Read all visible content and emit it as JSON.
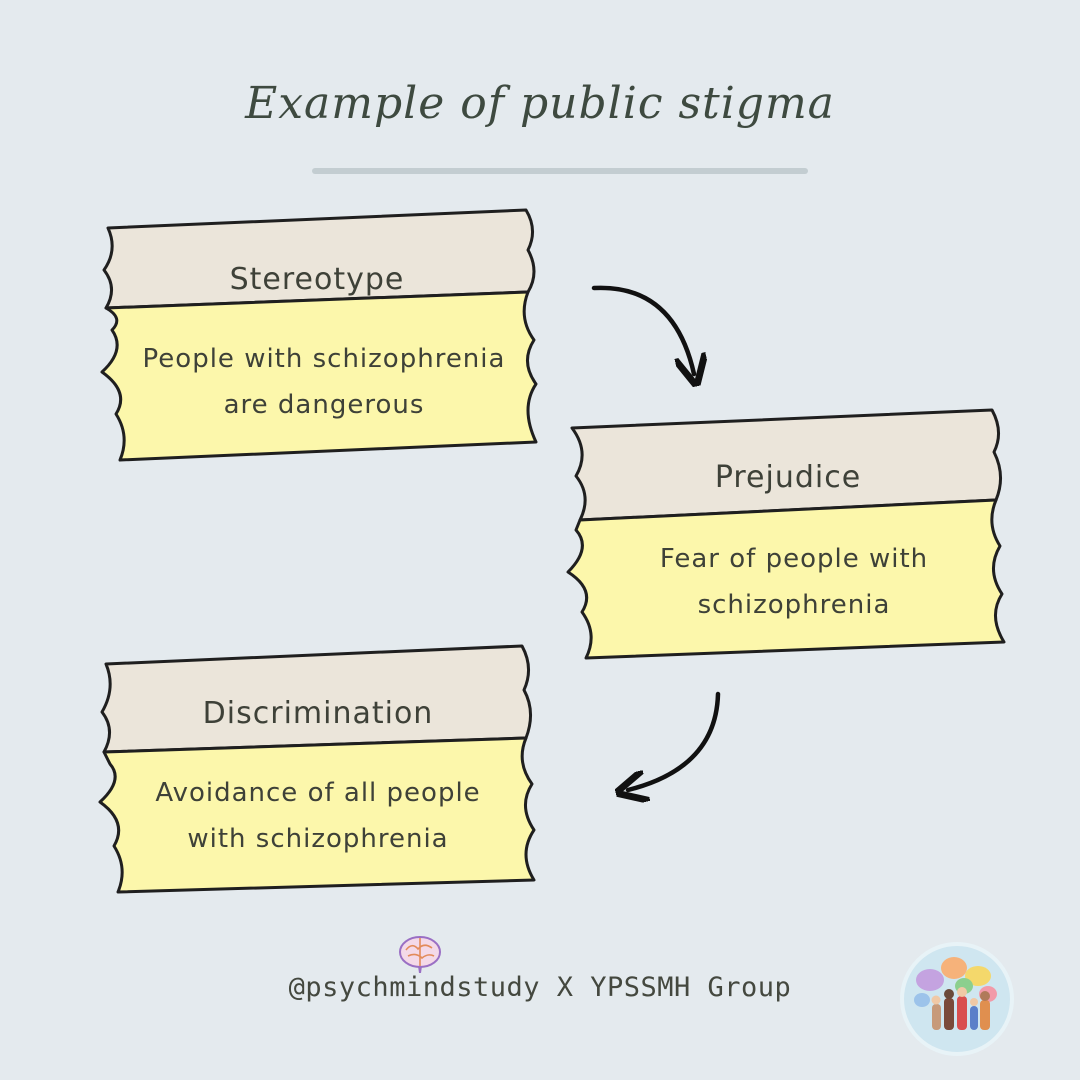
{
  "title": "Example of public stigma",
  "cards": [
    {
      "heading": "Stereotype",
      "line1": "People with schizophrenia",
      "line2": "are dangerous"
    },
    {
      "heading": "Prejudice",
      "line1": "Fear of people with",
      "line2": "schizophrenia"
    },
    {
      "heading": "Discrimination",
      "line1": "Avoidance of all people",
      "line2": "with schizophrenia"
    }
  ],
  "credit": "@psychmindstudy X YPSSMH Group",
  "colors": {
    "background": "#e4eaee",
    "header_band": "#ebe5da",
    "body_band": "#fcf7ab",
    "outline": "#1f1f1f"
  },
  "icons": [
    "brain-icon",
    "community-logo-icon",
    "arrow-icon"
  ]
}
